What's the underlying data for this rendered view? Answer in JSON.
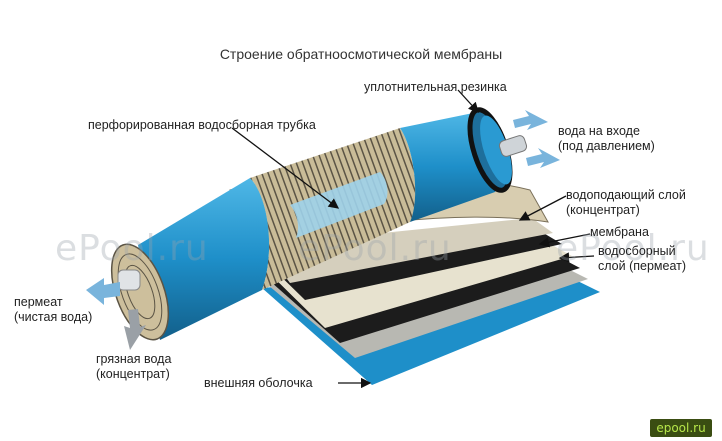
{
  "title": "Строение обратноосмотической мембраны",
  "labels": {
    "seal": "уплотнительная резинка",
    "tube": "перфорированная водосборная трубка",
    "inlet_line1": "вода на входе",
    "inlet_line2": "(под давлением)",
    "feed_line1": "водоподающий слой",
    "feed_line2": "(концентрат)",
    "membrane": "мембрана",
    "collect_line1": "водосборный",
    "collect_line2": "слой (пермеат)",
    "permeate_line1": "пермеат",
    "permeate_line2": "(чистая вода)",
    "dirty_line1": "грязная вода",
    "dirty_line2": "(концентрат)",
    "shell": "внешняя оболочка"
  },
  "watermark": "ePool.ru",
  "badge": "epool.ru",
  "colors": {
    "shell_blue": "#1e8fc9",
    "shell_blue_dark": "#156d9c",
    "arrow_blue": "#79b4dc",
    "arrow_grey": "#9aa0a6",
    "tan": "#cdbf9c",
    "black_layer": "#1c1c1c",
    "cream_layer": "#e7e2cf",
    "grey_layer": "#b8b8b2"
  }
}
